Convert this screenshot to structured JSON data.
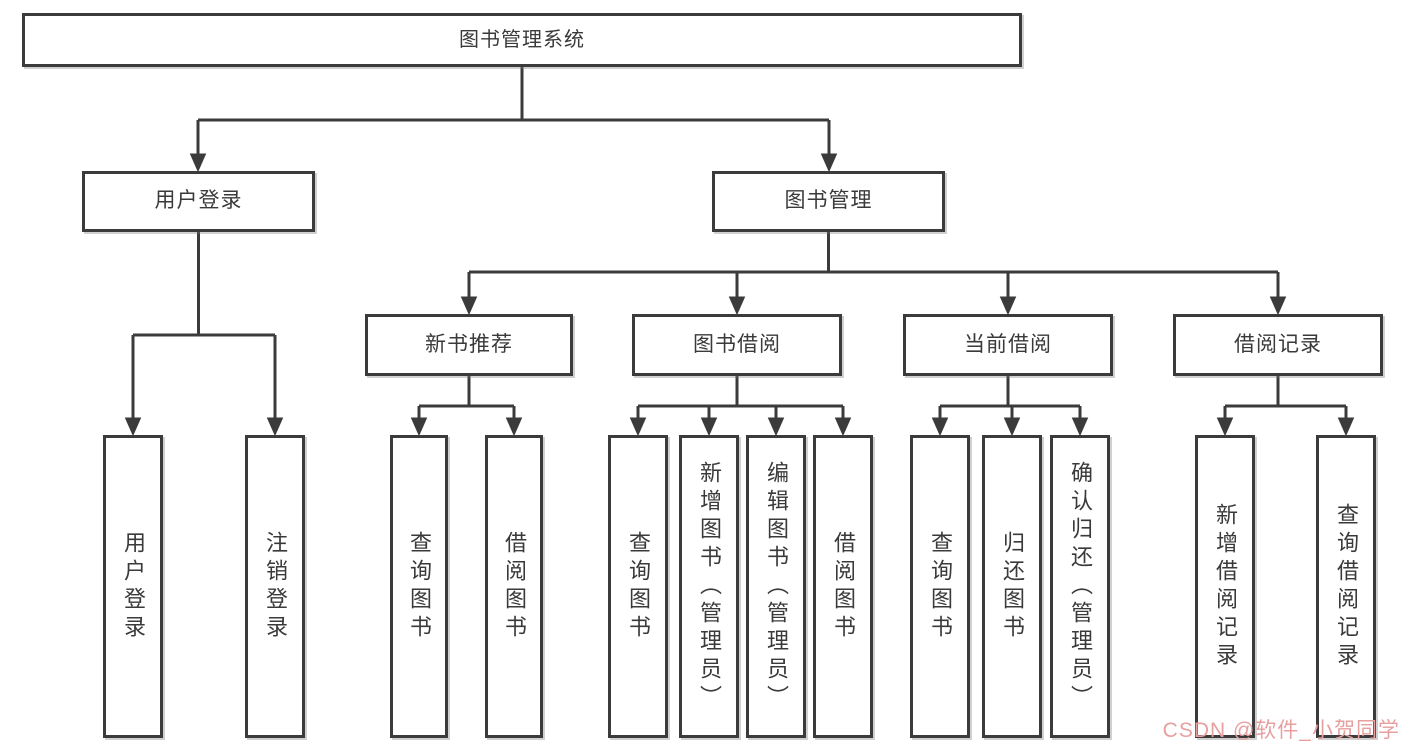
{
  "colors": {
    "line": "#3b3b3b",
    "text": "#3a3a3a",
    "background": "#ffffff",
    "watermark": "#e79f9f"
  },
  "tree": {
    "root": "图书管理系统",
    "user_login": {
      "label": "用户登录",
      "leaves": [
        "用户登录",
        "注销登录"
      ]
    },
    "book_mgmt": {
      "label": "图书管理",
      "children": {
        "new_book_rec": {
          "label": "新书推荐",
          "leaves": [
            "查询图书",
            "借阅图书"
          ]
        },
        "book_borrow": {
          "label": "图书借阅",
          "leaves": [
            "查询图书",
            "新增图书（管理员）",
            "编辑图书（管理员）",
            "借阅图书"
          ]
        },
        "current_borrow": {
          "label": "当前借阅",
          "leaves": [
            "查询图书",
            "归还图书",
            "确认归还（管理员）"
          ]
        },
        "borrow_records": {
          "label": "借阅记录",
          "leaves": [
            "新增借阅记录",
            "查询借阅记录"
          ]
        }
      }
    }
  },
  "watermark": {
    "text": "CSDN @软件_小贺同学"
  }
}
